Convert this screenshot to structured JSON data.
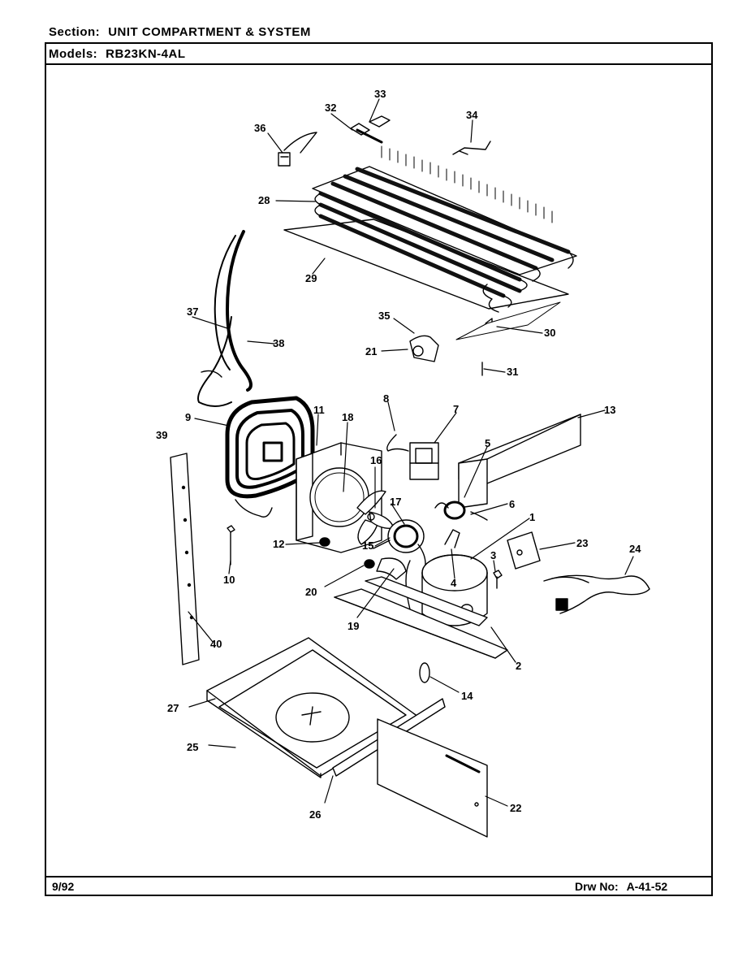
{
  "header": {
    "section_label": "Section:",
    "section_value": "UNIT COMPARTMENT & SYSTEM",
    "models_label": "Models:",
    "models_value": "RB23KN-4AL"
  },
  "footer": {
    "date": "9/92",
    "drawing_label": "Drw No:",
    "drawing_number": "A-41-52"
  },
  "parts": [
    "1",
    "2",
    "3",
    "4",
    "5",
    "6",
    "7",
    "8",
    "9",
    "10",
    "11",
    "12",
    "13",
    "14",
    "15",
    "16",
    "17",
    "18",
    "19",
    "20",
    "21",
    "22",
    "23",
    "24",
    "25",
    "26",
    "27",
    "28",
    "29",
    "30",
    "31",
    "32",
    "33",
    "34",
    "35",
    "36",
    "37",
    "38",
    "39",
    "40"
  ]
}
